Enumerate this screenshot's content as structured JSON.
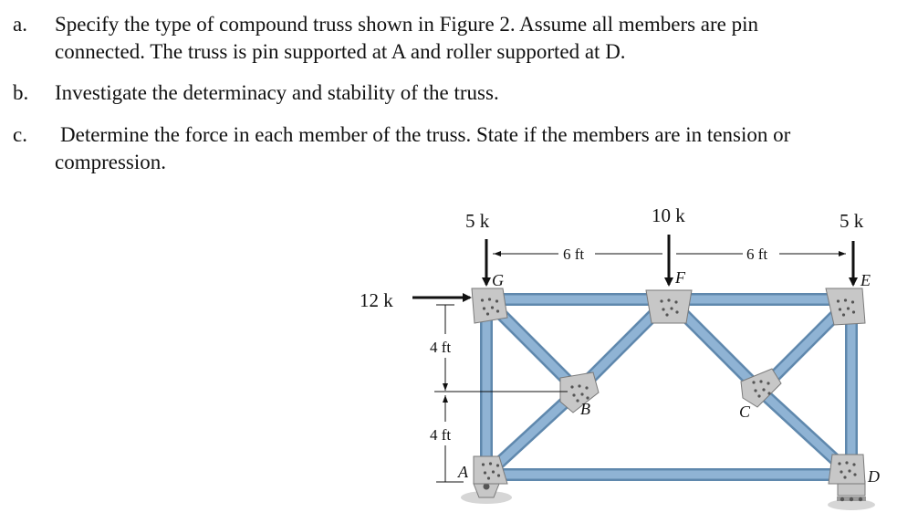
{
  "questions": [
    {
      "marker": "a.",
      "lines": [
        "Specify the type of compound truss shown in Figure 2. Assume all members are pin",
        "connected. The truss is pin supported at A and roller supported at D."
      ]
    },
    {
      "marker": "b.",
      "lines": [
        "Investigate the determinacy and stability of the truss."
      ]
    },
    {
      "marker": "c.",
      "lines": [
        "Determine the force in each member of the truss. State if the members are in tension or",
        "compression."
      ]
    }
  ],
  "figure": {
    "loads": {
      "g": "5 k",
      "f": "10 k",
      "e": "5 k",
      "horizontal": "12 k"
    },
    "dimensions": {
      "gf": "6 ft",
      "fe": "6 ft",
      "upper": "4 ft",
      "lower": "4 ft"
    },
    "joints": {
      "a": "A",
      "b": "B",
      "c": "C",
      "d": "D",
      "e": "E",
      "f": "F",
      "g": "G"
    },
    "colors": {
      "member": "#8fb3d4",
      "member_edge": "#5f88ad",
      "plate": "#c7c7c7",
      "plate_edge": "#7a7a7a",
      "ground": "#d6d6d6"
    }
  }
}
